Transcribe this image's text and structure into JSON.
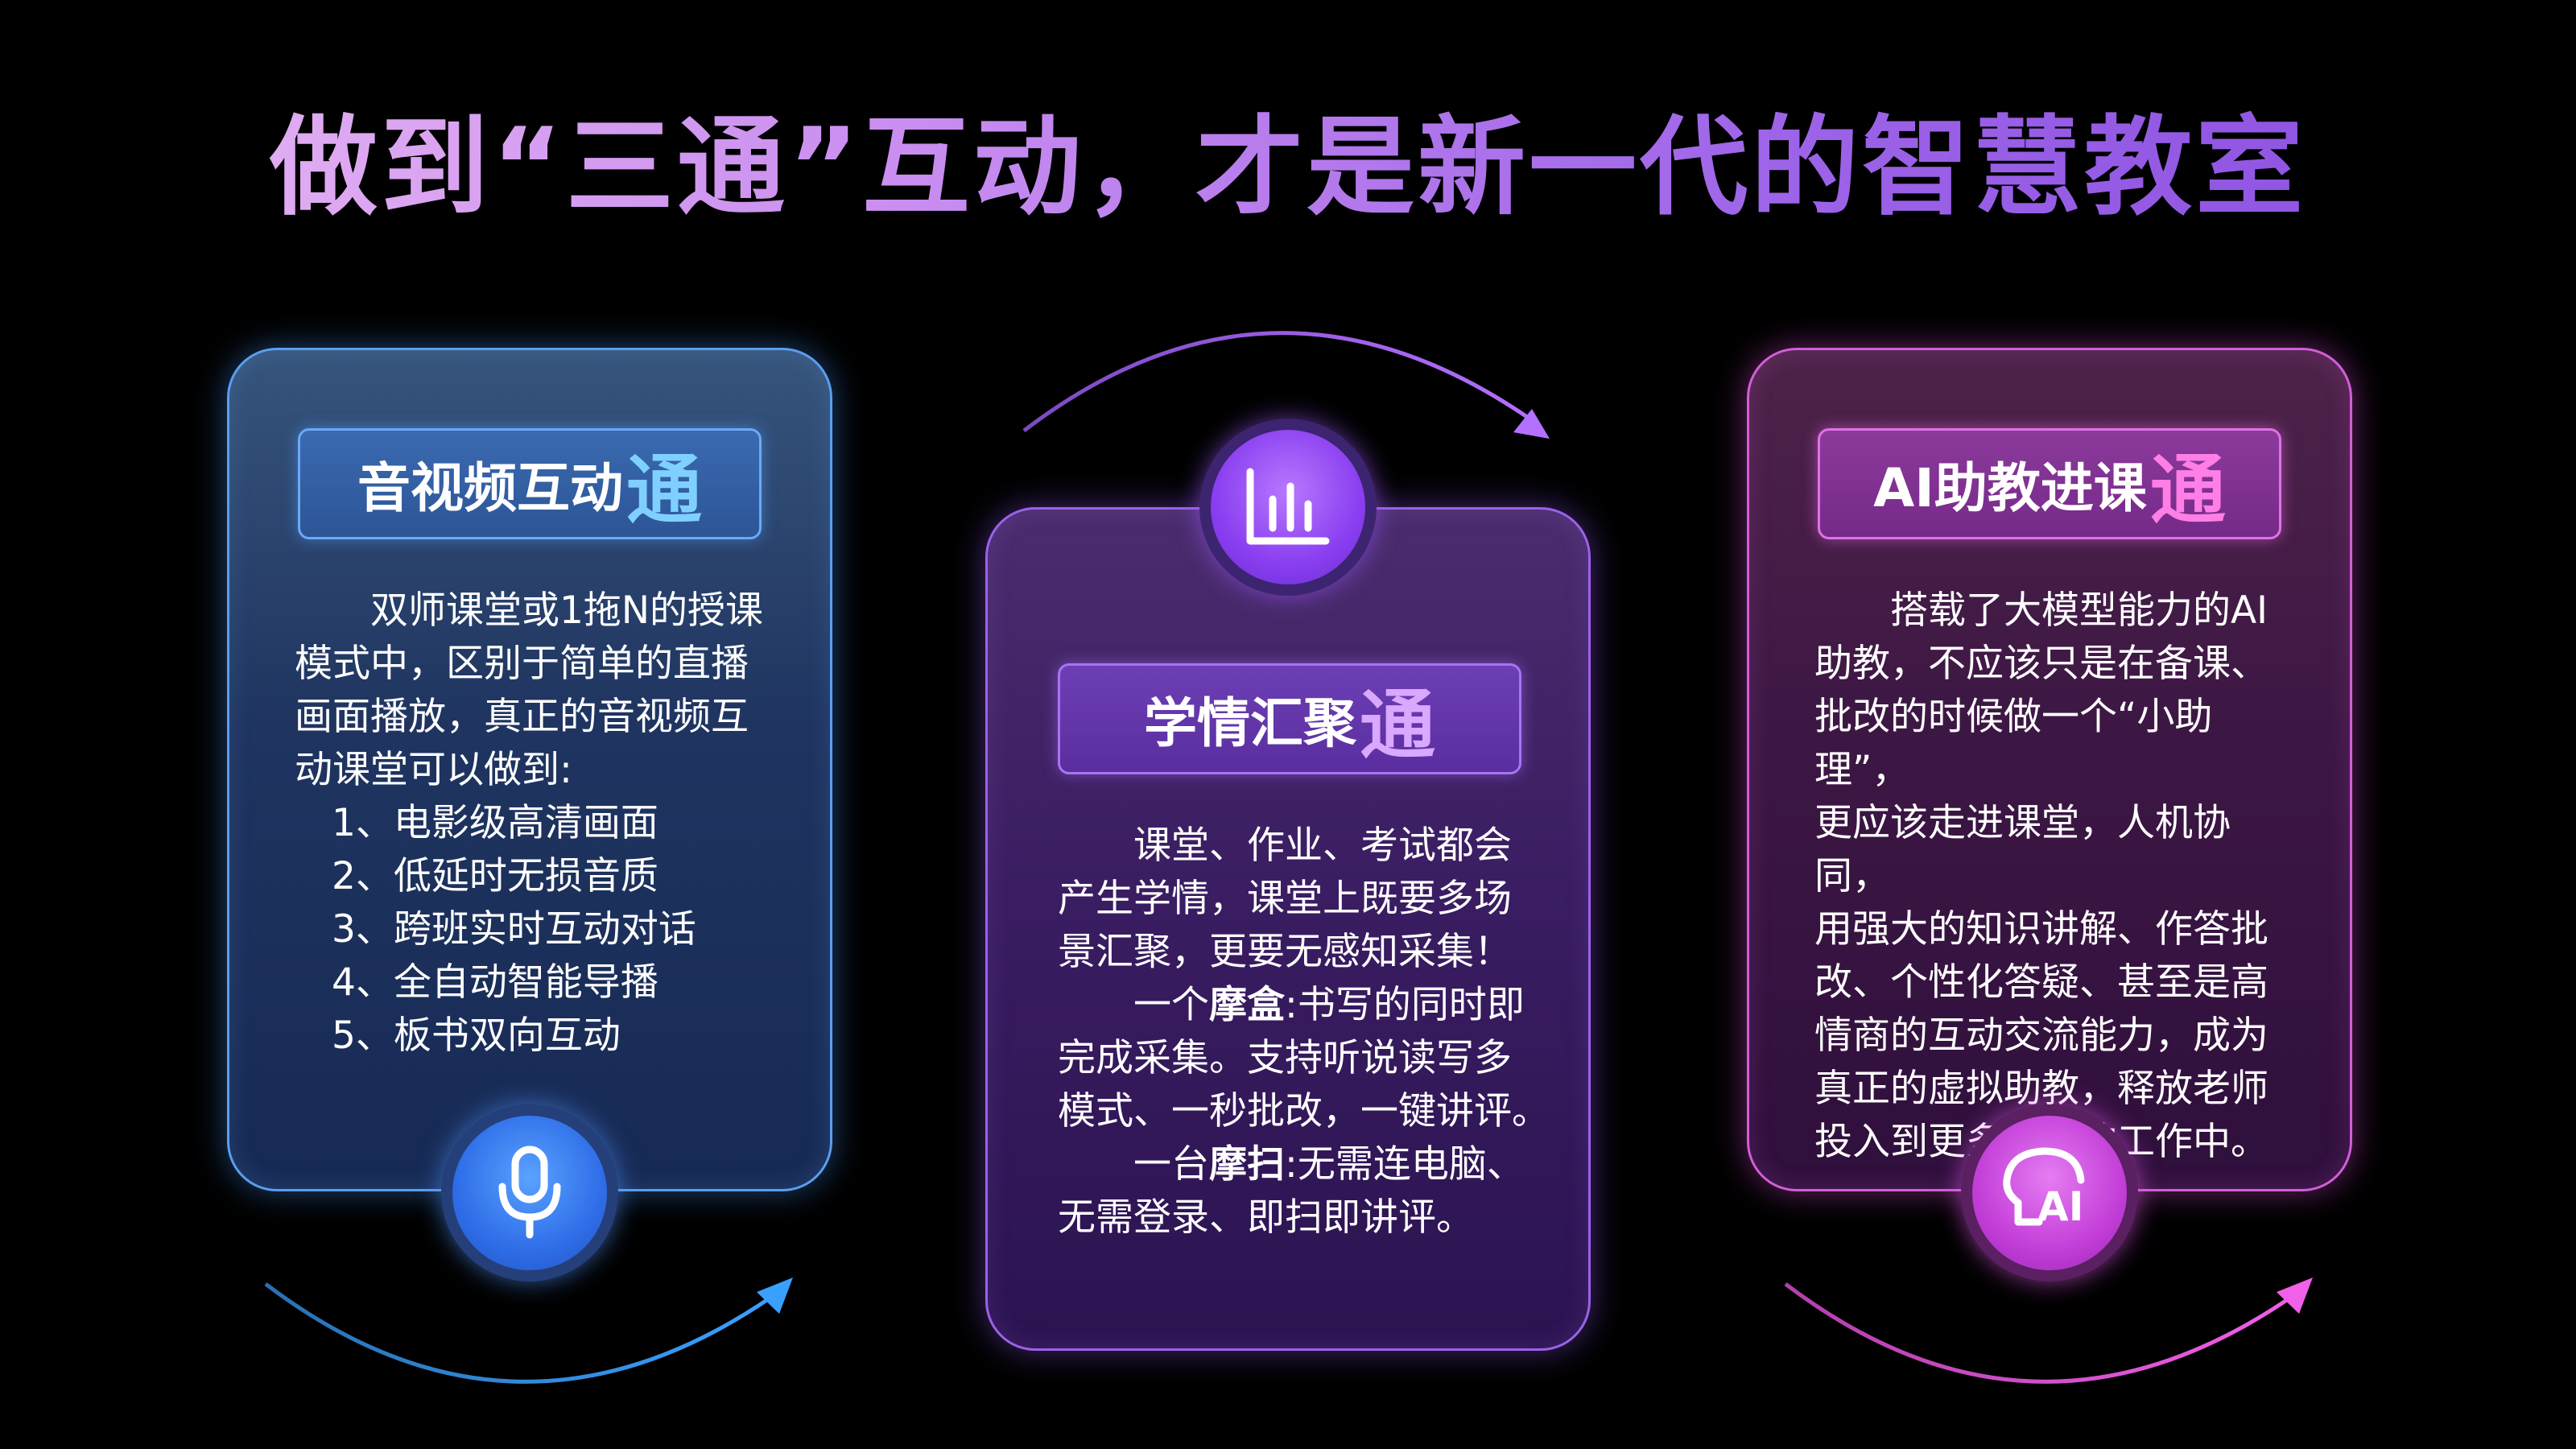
{
  "title": "做到“三通”互动，才是新一代的智慧教室",
  "colors": {
    "background": "#000000",
    "blue_accent": "#5a9ef0",
    "purple_accent": "#9a62e8",
    "pink_accent": "#d25ed8"
  },
  "cards": [
    {
      "label_main": "音视频互动",
      "label_suffix": "通",
      "icon": "microphone-icon",
      "lines": [
        "双师课堂或1拖N的授课",
        "模式中，区别于简单的直播",
        "画面播放，真正的音视频互",
        "动课堂可以做到:",
        "1、电影级高清画面",
        "2、低延时无损音质",
        "3、跨班实时互动对话",
        "4、全自动智能导播",
        "5、板书双向互动"
      ]
    },
    {
      "label_main": "学情汇聚",
      "label_suffix": "通",
      "icon": "bar-chart-icon",
      "lines": [
        "课堂、作业、考试都会",
        "产生学情，课堂上既要多场",
        "景汇聚，更要无感知采集！",
        "一个",
        "摩盒",
        ":书写的同时即",
        "完成采集。支持听说读写多",
        "模式、一秒批改，一键讲评。",
        "一台",
        "摩扫",
        ":无需连电脑、",
        "无需登录、即扫即讲评。"
      ]
    },
    {
      "label_main": "AI助教进课",
      "label_suffix": "通",
      "icon": "ai-head-icon",
      "icon_text": "AI",
      "lines": [
        "搭载了大模型能力的AI",
        "助教，不应该只是在备课、",
        "批改的时候做一个“小助理”，",
        "更应该走进课堂，人机协同，",
        "用强大的知识讲解、作答批",
        "改、个性化答疑、甚至是高",
        "情商的互动交流能力，成为",
        "真正的虚拟助教，释放老师",
        "投入到更多育人的工作中。"
      ]
    }
  ]
}
